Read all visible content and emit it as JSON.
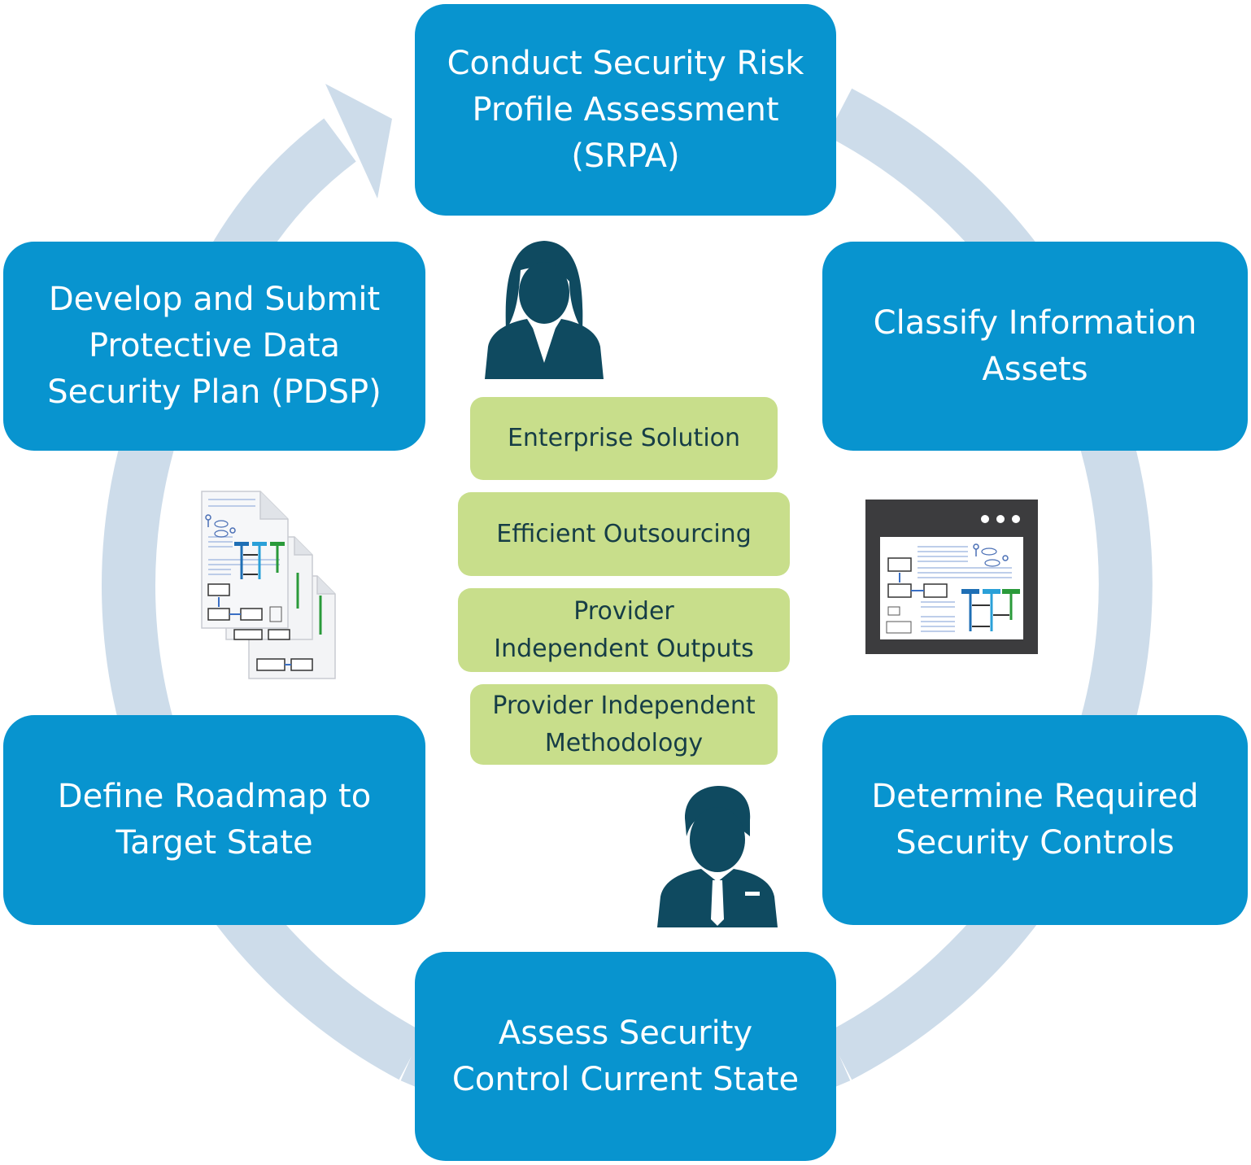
{
  "colors": {
    "step_fill": "#0894cf",
    "benefit_fill": "#c8de8b",
    "ring": "#cddcea",
    "person": "#0f4a60"
  },
  "steps": [
    {
      "label": "Conduct Security Risk\nProfile Assessment\n(SRPA)"
    },
    {
      "label": "Classify Information\nAssets"
    },
    {
      "label": "Determine Required\nSecurity Controls"
    },
    {
      "label": "Assess Security\nControl Current State"
    },
    {
      "label": "Define Roadmap to\nTarget State"
    },
    {
      "label": "Develop and Submit\nProtective Data\nSecurity Plan (PDSP)"
    }
  ],
  "benefits": [
    {
      "label": "Enterprise Solution"
    },
    {
      "label": "Efficient Outsourcing"
    },
    {
      "label": "Provider\nIndependent Outputs"
    },
    {
      "label": "Provider Independent\nMethodology"
    }
  ],
  "icons": [
    "female-user-icon",
    "male-user-icon",
    "document-stack-icon",
    "browser-window-icon"
  ]
}
